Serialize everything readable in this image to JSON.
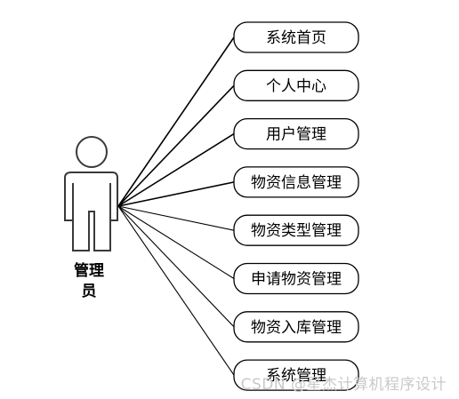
{
  "actor": {
    "label_line1": "管理",
    "label_line2": "员",
    "icon": "person-icon"
  },
  "use_cases": [
    {
      "label": "系统首页"
    },
    {
      "label": "个人中心"
    },
    {
      "label": "用户管理"
    },
    {
      "label": "物资信息管理"
    },
    {
      "label": "物资类型管理"
    },
    {
      "label": "申请物资管理"
    },
    {
      "label": "物资入库管理"
    },
    {
      "label": "系统管理"
    }
  ],
  "watermark": "CSDN @星杰计算机程序设计",
  "colors": {
    "stroke": "#000000",
    "actor_stroke": "#3a3a3a",
    "watermark": "#c9c9c9"
  }
}
